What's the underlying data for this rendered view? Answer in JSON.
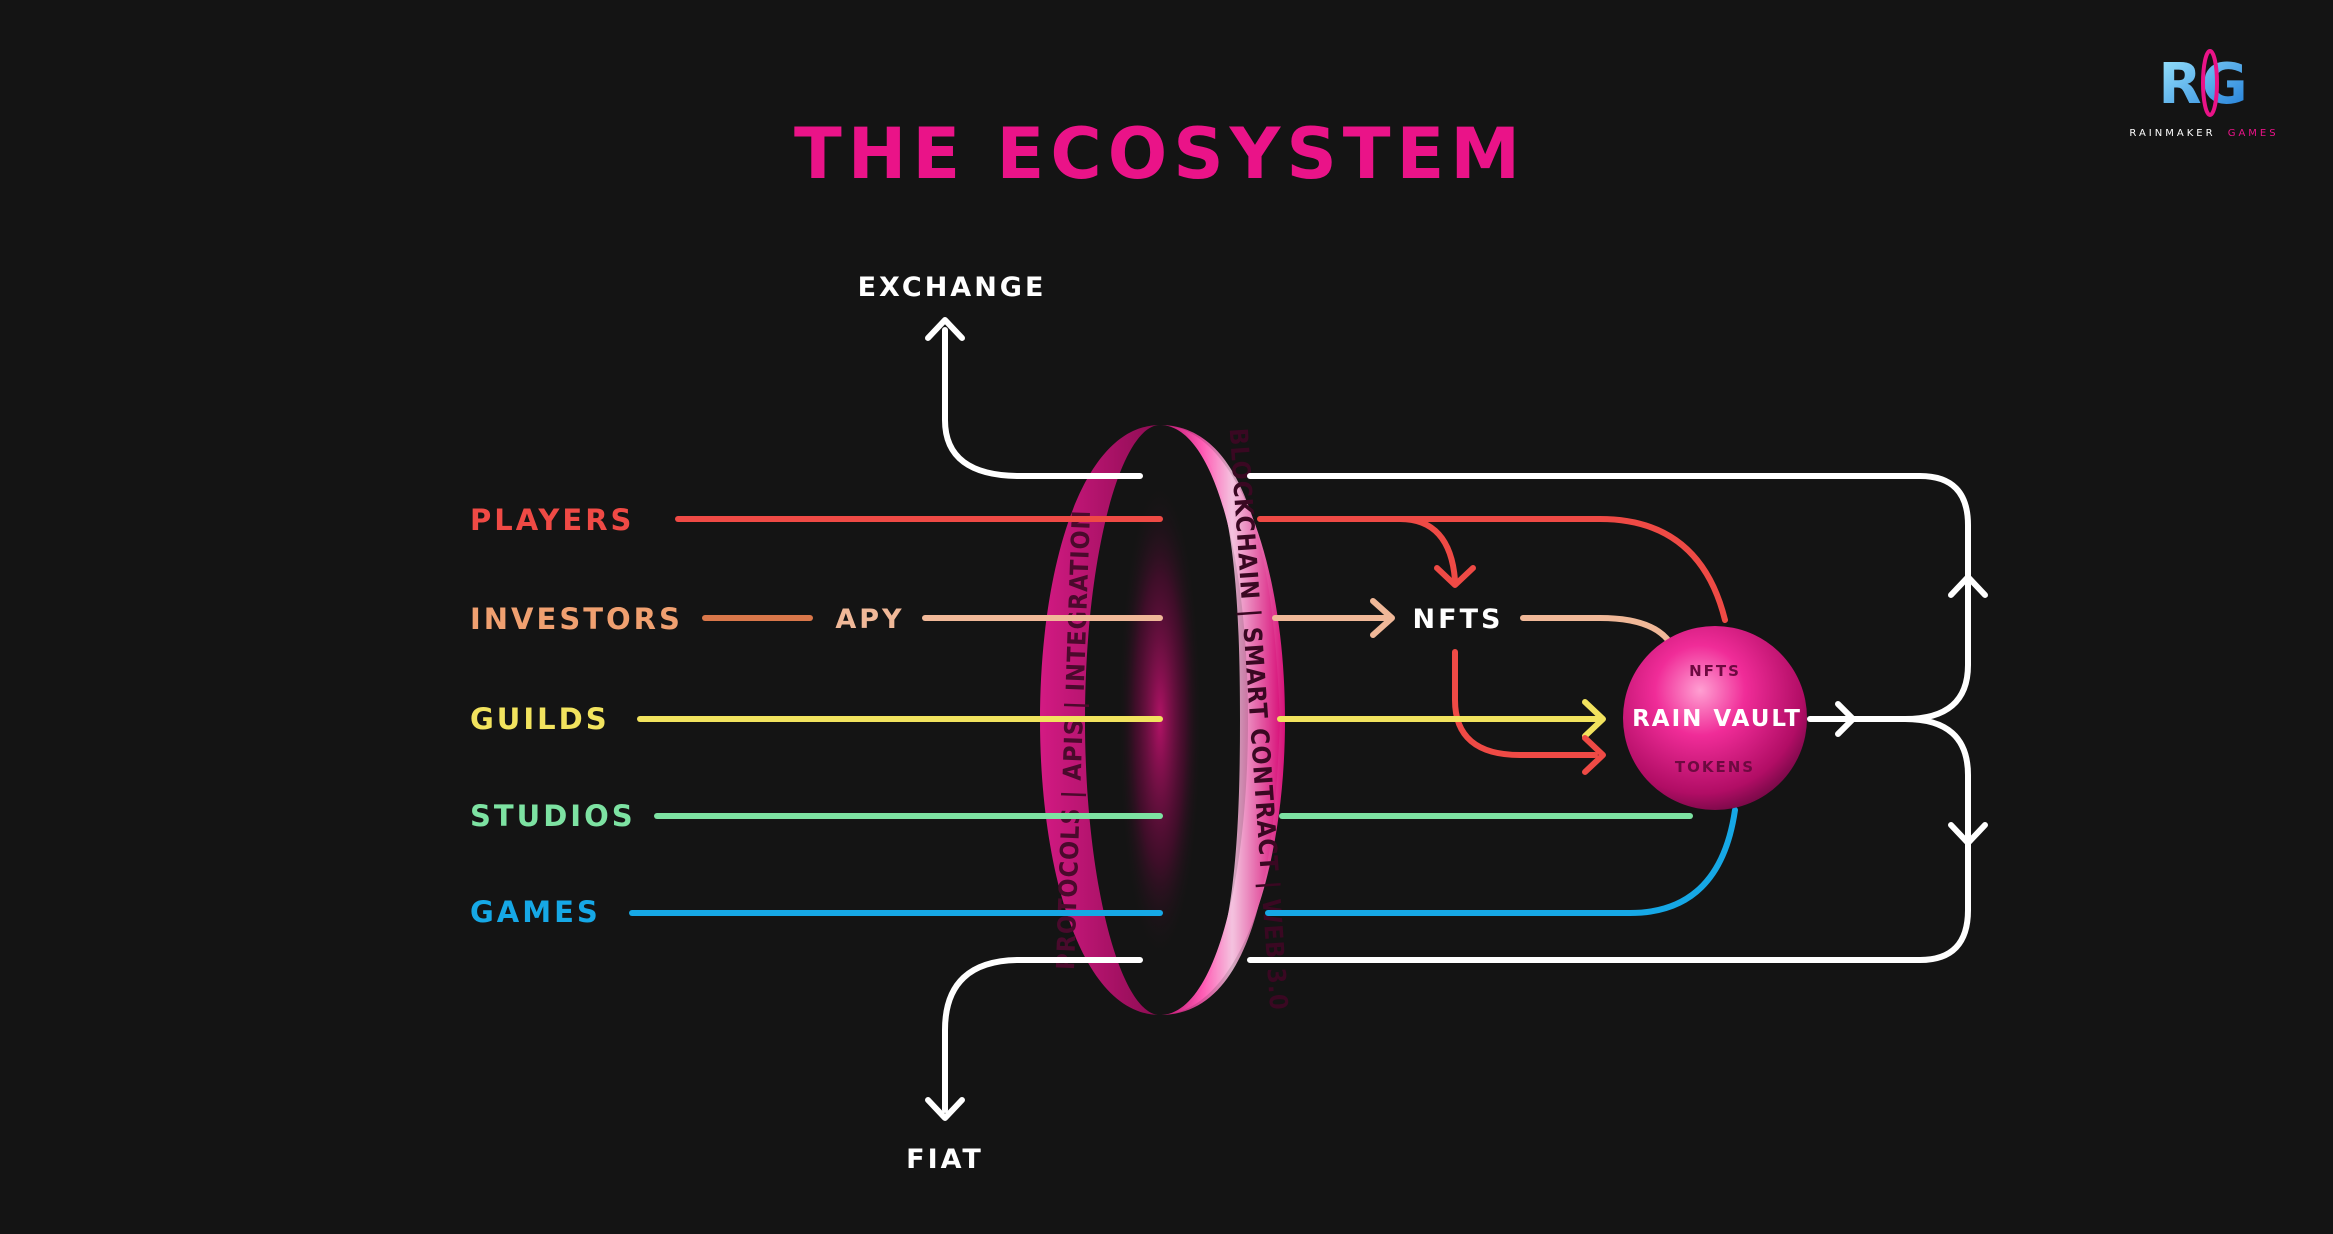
{
  "title": "THE ECOSYSTEM",
  "logo": {
    "letters": "RG",
    "wordmark_a": "RAINMAKER",
    "wordmark_b": "GAMES",
    "icon": "ring-logo-icon"
  },
  "colors": {
    "background": "#141414",
    "accent": "#ea1388",
    "players": "#ef4a45",
    "investors": "#f0a070",
    "guilds": "#f2e35e",
    "studios": "#7de2a2",
    "games": "#16a8e6",
    "white": "#ffffff"
  },
  "diagram": {
    "exchange": "EXCHANGE",
    "fiat": "FIAT",
    "apy": "APY",
    "nfts": "NFTS",
    "vault": {
      "label": "RAIN VAULT",
      "top": "NFTS",
      "bottom": "TOKENS"
    },
    "ring": {
      "front": "BLOCKCHAIN  |  SMART CONTRACT  |  WEB 3.0",
      "back": "PROTOCOLS  |  APIS  |  INTEGRATION"
    },
    "sources": [
      "PLAYERS",
      "INVESTORS",
      "GUILDS",
      "STUDIOS",
      "GAMES"
    ]
  }
}
